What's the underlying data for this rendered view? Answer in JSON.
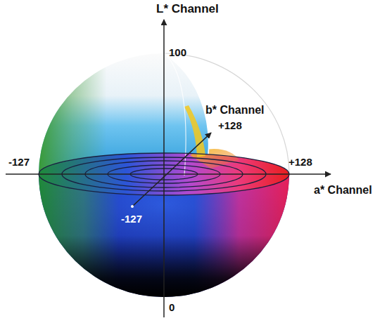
{
  "diagram": {
    "labels": [
      "L* Channel",
      "100",
      "b* Channel",
      "+128",
      "-127",
      "+128",
      "a* Channel",
      "-127",
      "0"
    ]
  }
}
